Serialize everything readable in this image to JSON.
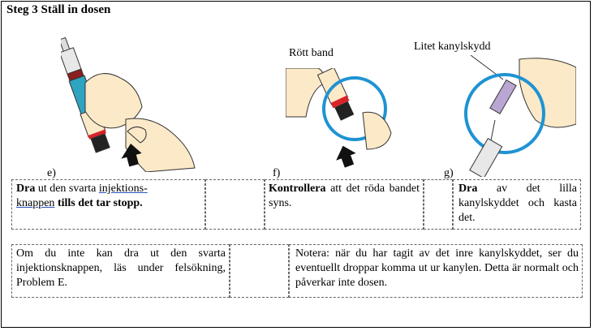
{
  "title": "Steg 3 Ställ in dosen",
  "labels": {
    "red_band": "Rött band",
    "small_cap": "Litet kanylskydd"
  },
  "steps": {
    "e": "e)",
    "f": "f)",
    "g": "g)"
  },
  "instructions": {
    "e": {
      "bold1": "Dra",
      "t1": " ut den svarta ",
      "link1": "injektions-",
      "link2": "knappen",
      "bold2": " tills det tar stopp."
    },
    "f": {
      "bold": "Kontrollera",
      "rest": " att det röda bandet syns."
    },
    "g": {
      "bold": "Dra",
      "rest": " av det lilla kanylskyddet och kasta det."
    }
  },
  "notes": {
    "left": "Om du inte kan dra ut den svarta injektionsknappen, läs under felsökning, Problem E.",
    "right": "Notera: när du har tagit av det inre kanylskyddet, ser du eventuellt droppar komma ut ur kanylen. Detta är normalt och påverkar inte dosen."
  },
  "colors": {
    "teal": "#2fa4c0",
    "band_red": "#d8232a",
    "circle_blue": "#1f93d2",
    "cap_lilac": "#b9a6d3"
  }
}
